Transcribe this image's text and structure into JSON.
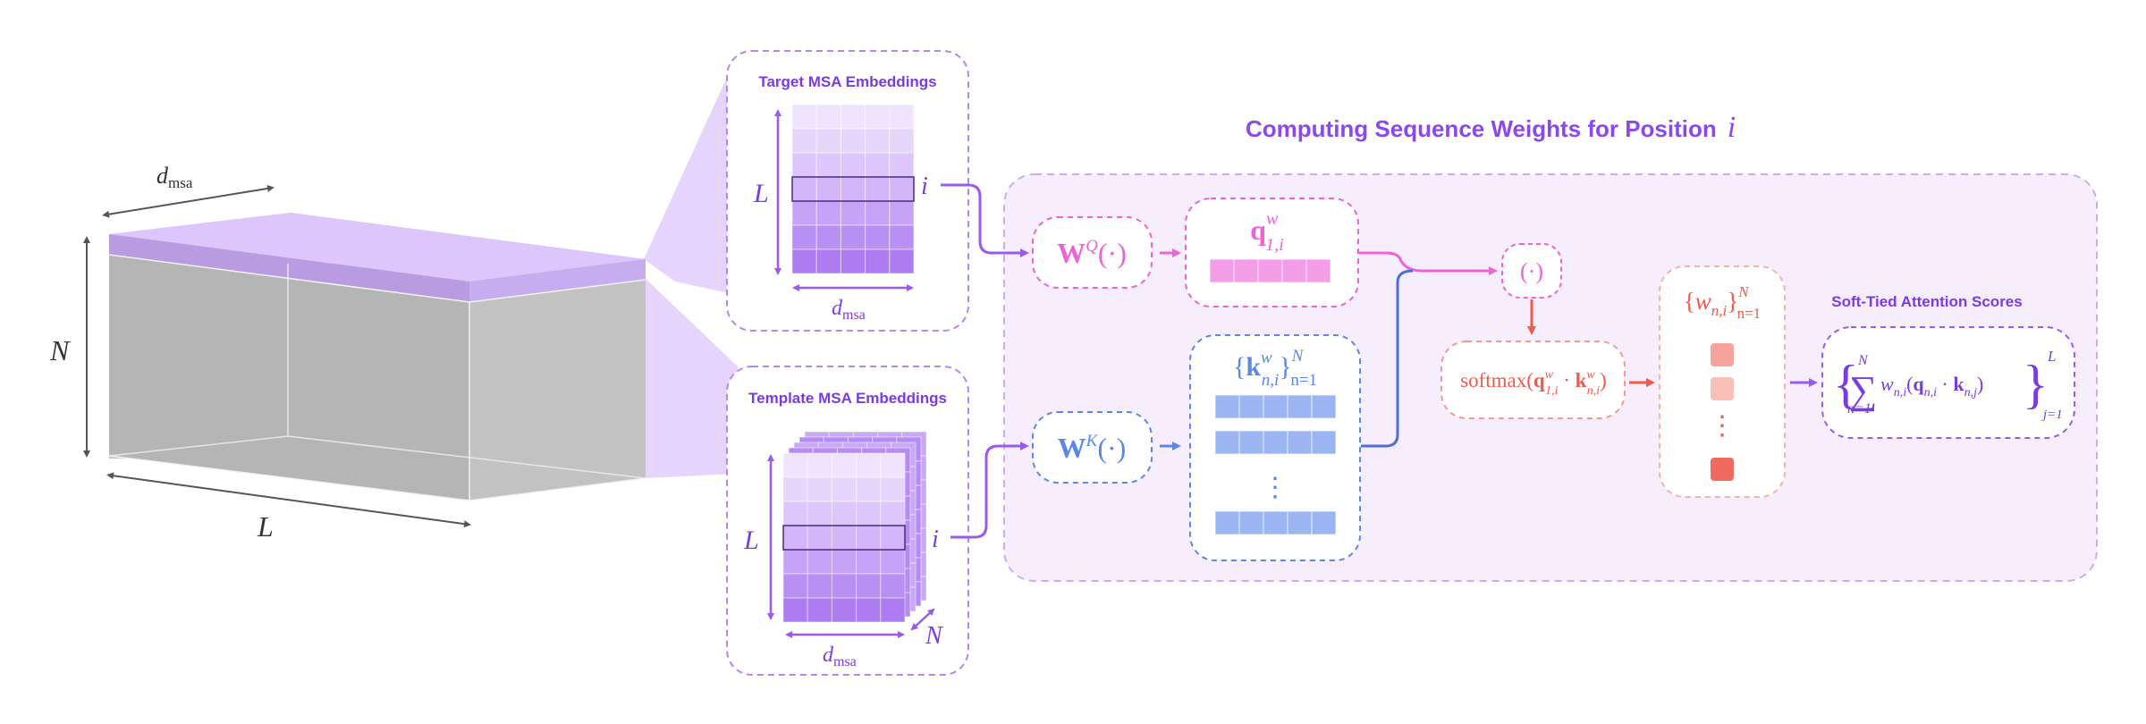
{
  "colors": {
    "purple": "#9b59f0",
    "purple_dark": "#7a3be0",
    "pink": "#ee62d8",
    "blue": "#5b87e8",
    "red": "#ef5a4c",
    "gray": "#bdbdbd",
    "panel_bg": "#f6edfd"
  },
  "tensor": {
    "label_dmsa_d": "d",
    "label_dmsa_sub": "msa",
    "label_N": "N",
    "label_L": "L"
  },
  "target_panel": {
    "title": "Target MSA Embeddings",
    "label_L": "L",
    "label_i": "i",
    "label_d": "d",
    "label_sub": "msa"
  },
  "template_panel": {
    "title": "Template MSA Embeddings",
    "label_L": "L",
    "label_i": "i",
    "label_d": "d",
    "label_sub": "msa",
    "label_N": "N"
  },
  "main_title": {
    "text": "Computing Sequence Weights for Position",
    "var": "i"
  },
  "wq_box": {
    "W": "W",
    "sup": "Q",
    "arg": "(·)"
  },
  "wk_box": {
    "W": "W",
    "sup": "K",
    "arg": "(·)"
  },
  "q_box": {
    "q": "q",
    "sup": "w",
    "sub": "1,i"
  },
  "k_box": {
    "open": "{",
    "k": "k",
    "sup": "w",
    "sub": "n,i",
    "close": "}",
    "sup2": "N",
    "sub2": "n=1",
    "dots": "⋮"
  },
  "dot_box": {
    "text": "(·)"
  },
  "softmax_box": {
    "fn": "softmax(",
    "q": "q",
    "qsup": "w",
    "qsub": "1,i",
    "mid": " · ",
    "k": "k",
    "ksup": "w",
    "ksub": "n,i",
    "close": ")"
  },
  "w_box": {
    "open": "{",
    "w": "w",
    "wsub": "n,i",
    "close": "}",
    "sup": "N",
    "sub": "n=1",
    "dots": "⋮"
  },
  "scores": {
    "title": "Soft-Tied Attention Scores",
    "sum": "∑",
    "sum_top": "N",
    "sum_bottom": "n=1",
    "w": "w",
    "wsub": "n,i",
    "q": "q",
    "qsub": "n,i",
    "dot": " · ",
    "k": "k",
    "ksub": "n,j",
    "sup": "L",
    "sub": "j=1"
  }
}
